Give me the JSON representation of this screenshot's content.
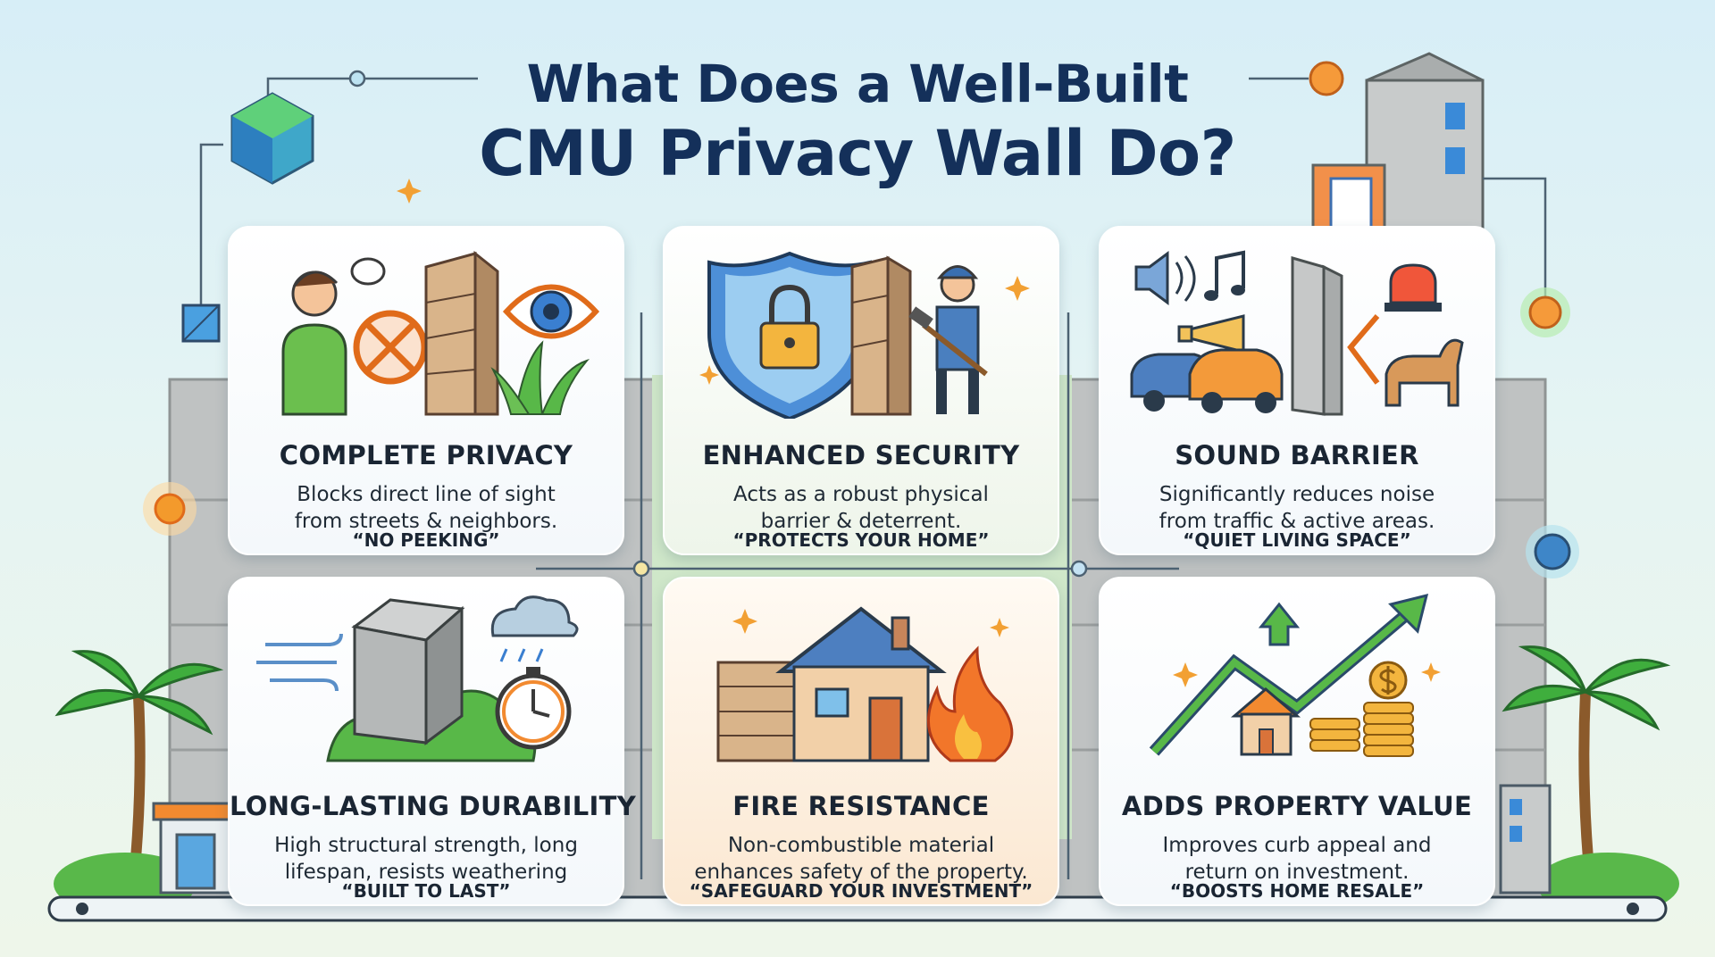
{
  "title": {
    "line1": "What Does a Well-Built",
    "line2": "CMU Privacy Wall Do?"
  },
  "cards": [
    {
      "title": "COMPLETE PRIVACY",
      "desc1": "Blocks direct line of sight",
      "desc2": "from streets & neighbors.",
      "quote": "“NO PEEKING”"
    },
    {
      "title": "ENHANCED SECURITY",
      "desc1": "Acts as a robust physical",
      "desc2": "barrier & deterrent.",
      "quote": "“PROTECTS YOUR HOME”"
    },
    {
      "title": "SOUND BARRIER",
      "desc1": "Significantly reduces noise",
      "desc2": "from traffic & active areas.",
      "quote": "“QUIET LIVING SPACE”"
    },
    {
      "title": "LONG-LASTING DURABILITY",
      "desc1": "High structural strength, long",
      "desc2": "lifespan, resists weathering",
      "quote": "“BUILT TO LAST”"
    },
    {
      "title": "FIRE RESISTANCE",
      "desc1": "Non-combustible material",
      "desc2": "enhances safety of the property.",
      "quote": "“SAFEGUARD YOUR INVESTMENT”"
    },
    {
      "title": "ADDS PROPERTY VALUE",
      "desc1": "Improves curb appeal and",
      "desc2": "return on investment.",
      "quote": "“BOOSTS HOME RESALE”"
    }
  ],
  "icons": {
    "card1": [
      "person-icon",
      "speech-bubble-icon",
      "no-sign-icon",
      "brick-wall-icon",
      "eye-icon",
      "plant-icon"
    ],
    "card2": [
      "shield-icon",
      "padlock-icon",
      "brick-wall-icon",
      "worker-icon",
      "hammer-icon",
      "sparkle-icon"
    ],
    "card3": [
      "speaker-icon",
      "music-note-icon",
      "horn-icon",
      "siren-icon",
      "car-icon",
      "dog-icon",
      "brick-wall-icon",
      "sound-wave-icon"
    ],
    "card4": [
      "wind-icon",
      "concrete-block-icon",
      "rain-cloud-icon",
      "stopwatch-icon",
      "bush-icon"
    ],
    "card5": [
      "brick-wall-icon",
      "house-icon",
      "fire-icon",
      "sparkle-icon"
    ],
    "card6": [
      "trend-arrow-icon",
      "up-arrow-icon",
      "house-icon",
      "coin-stack-icon",
      "dollar-coin-icon",
      "sparkle-icon"
    ]
  },
  "colors": {
    "title": "#14305a",
    "accent_orange": "#f28a30",
    "accent_blue": "#3a7fd0",
    "accent_green": "#58b848",
    "wall_gray": "#b9bcbd"
  }
}
